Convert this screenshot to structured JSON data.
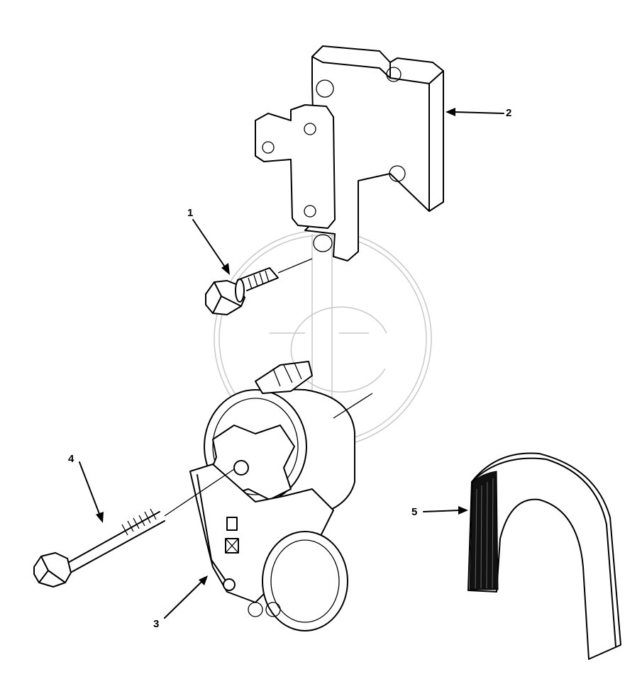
{
  "callouts": {
    "c1": "1",
    "c2": "2",
    "c3": "3",
    "c4": "4",
    "c5": "5"
  },
  "parts": [
    {
      "id": "1",
      "icon": "flange-bolt-icon"
    },
    {
      "id": "2",
      "icon": "mounting-bracket-icon"
    },
    {
      "id": "3",
      "icon": "belt-tensioner-icon"
    },
    {
      "id": "4",
      "icon": "long-bolt-icon"
    },
    {
      "id": "5",
      "icon": "drive-belt-icon"
    }
  ],
  "colors": {
    "line": "#000000",
    "watermark": "#c8c8c8",
    "background": "#ffffff"
  }
}
